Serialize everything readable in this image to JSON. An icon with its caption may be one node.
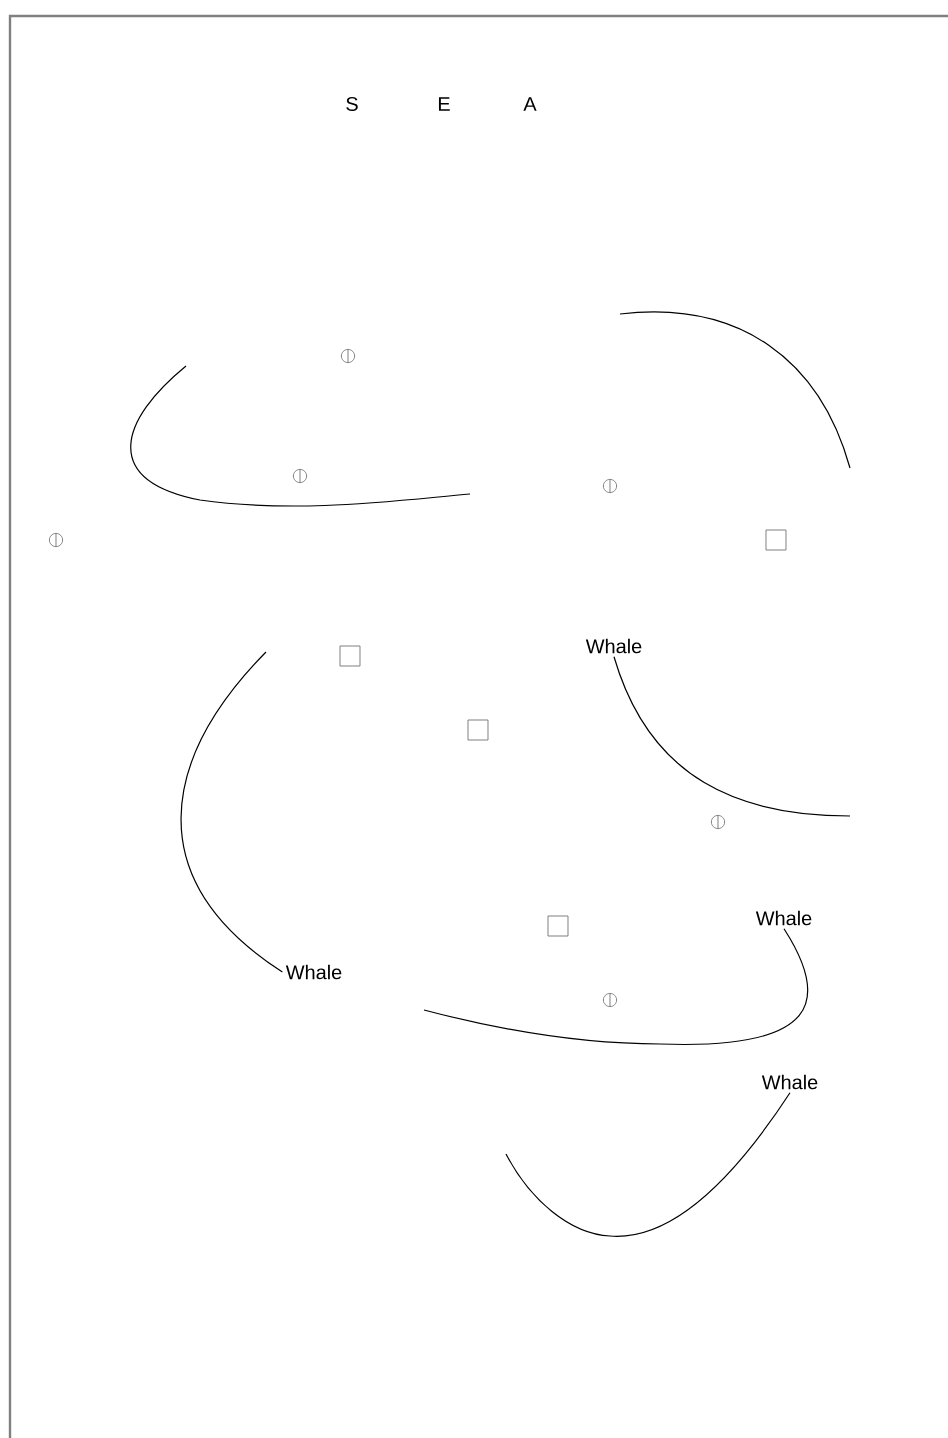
{
  "diagram": {
    "nodes": [
      {
        "text": [
          "Whale"
        ]
      },
      {
        "text": [
          "Whale"
        ]
      },
      {
        "text": [
          "Whale"
        ]
      },
      {
        "text": [
          "Whale"
        ]
      }
    ],
    "edges": [
      {
        "from": 0,
        "to": null,
        "arrow": "none"
      },
      {
        "from": 1,
        "to": null,
        "arrow": "none"
      },
      {
        "from": 2,
        "to": null,
        "arrow": "none"
      },
      {
        "from": 3,
        "to": null,
        "arrow": "none"
      }
    ],
    "labels": [
      "S",
      "E",
      "A"
    ]
  }
}
